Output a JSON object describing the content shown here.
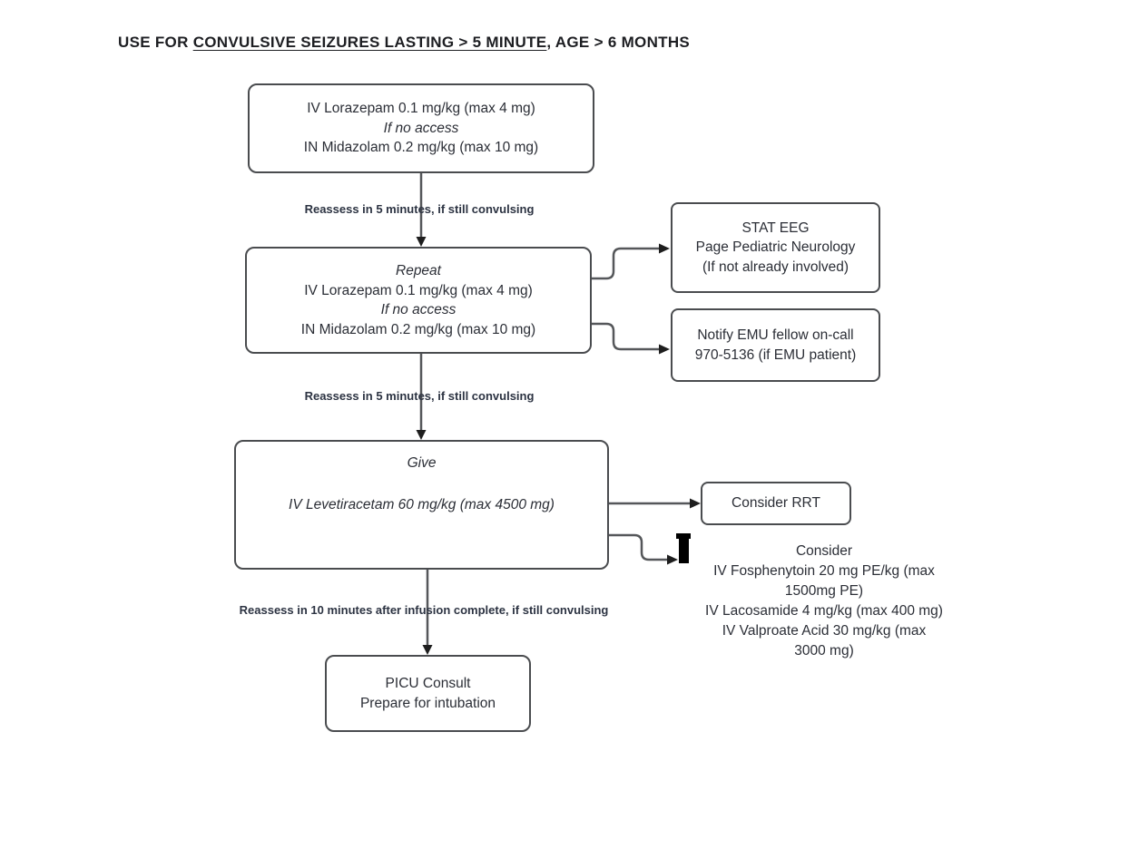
{
  "title": {
    "pre": "USE FOR ",
    "underlined": "CONVULSIVE SEIZURES LASTING > 5 MINUTE",
    "post": ", AGE > 6 MONTHS"
  },
  "boxes": {
    "initial": {
      "line1": "IV Lorazepam 0.1 mg/kg (max 4 mg)",
      "line2": "If no access",
      "line3": "IN Midazolam 0.2 mg/kg (max 10 mg)"
    },
    "repeat": {
      "line1": "Repeat",
      "line2": "IV Lorazepam 0.1 mg/kg (max 4 mg)",
      "line3": "If no access",
      "line4": "IN Midazolam 0.2 mg/kg (max 10 mg)"
    },
    "stat_eeg": {
      "line1": "STAT EEG",
      "line2": "Page Pediatric Neurology",
      "line3": "(If not already involved)"
    },
    "notify_emu": {
      "line1": "Notify EMU fellow on-call",
      "line2": "970-5136 (if EMU patient)"
    },
    "give": {
      "line1": "Give",
      "line2": "IV Levetiracetam 60 mg/kg (max 4500 mg)"
    },
    "consider_rrt": {
      "label": "Consider RRT"
    },
    "picu": {
      "line1": "PICU Consult",
      "line2": "Prepare for intubation"
    }
  },
  "labels": {
    "reassess_5min_first": "Reassess in 5 minutes, if still convulsing",
    "reassess_5min_second": "Reassess in 5 minutes, if still convulsing",
    "reassess_10min": "Reassess in 10 minutes after infusion complete, if still convulsing"
  },
  "consider_list": {
    "line1": "Consider",
    "line2": "IV Fosphenytoin 20 mg PE/kg (max",
    "line3": "1500mg PE)",
    "line4": "IV Lacosamide 4 mg/kg (max 400 mg)",
    "line5": "IV Valproate Acid 30 mg/kg (max",
    "line6": "3000 mg)"
  },
  "colors": {
    "background": "#ffffff",
    "box_border": "#4a4c4f",
    "connector_line": "#55575a",
    "arrowhead": "#1e1e1e",
    "box_text": "#2b2e36",
    "label_text": "#2c3342",
    "title_text": "#1d1e22",
    "cursor_bar": "#000000"
  }
}
